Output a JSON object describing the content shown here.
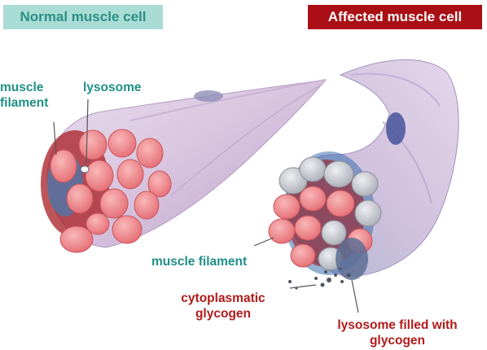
{
  "headers": {
    "normal": "Normal muscle cell",
    "affected": "Affected muscle cell"
  },
  "labels": {
    "muscle_filament_left_line1": "muscle",
    "muscle_filament_left_line2": "filament",
    "lysosome": "lysosome",
    "muscle_filament_right": "muscle filament",
    "cytoplasmatic_glycogen_line1": "cytoplasmatic",
    "cytoplasmatic_glycogen_line2": "glycogen",
    "lysosome_filled_line1": "lysosome filled with",
    "lysosome_filled_line2": "glycogen"
  },
  "colors": {
    "normal_header_bg": "#a9dcd5",
    "normal_header_text": "#2a8f86",
    "affected_header_bg": "#a90f14",
    "affected_header_text": "#ffffff",
    "teal_label": "#1f8f85",
    "red_label": "#b01a1a",
    "filament_pink": "#f2878c",
    "cell_membrane": "#d8c7e0",
    "glycogen_grey": "#c9ccd2"
  }
}
